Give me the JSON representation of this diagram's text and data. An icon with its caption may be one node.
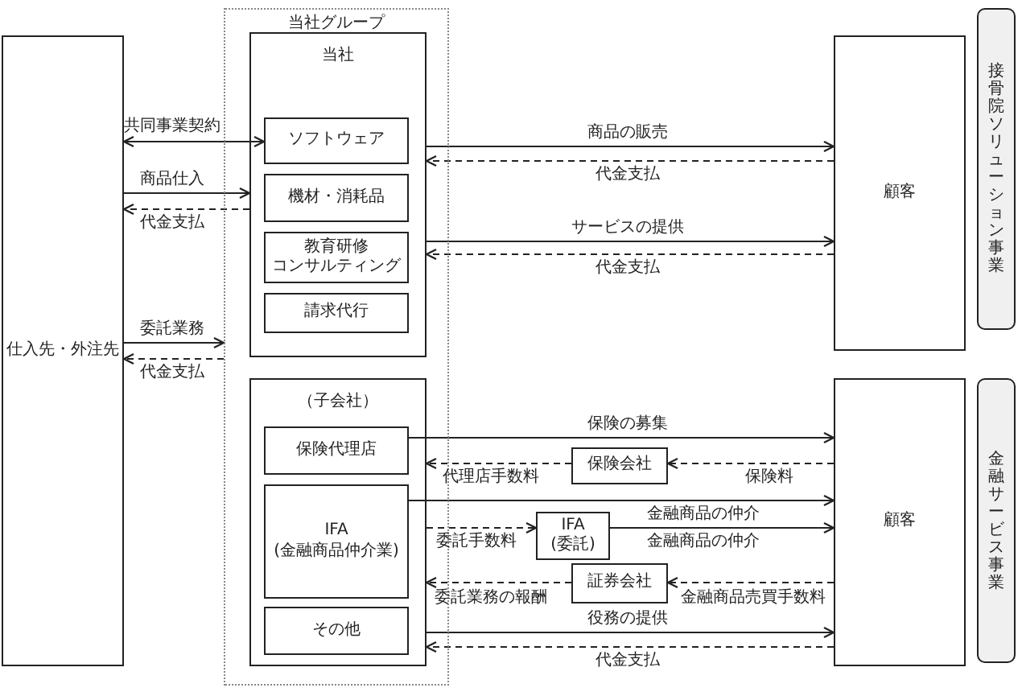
{
  "diagram": {
    "nodes": [
      {
        "text": [
          "仕入先・外注先"
        ]
      },
      {
        "text": [
          "当社グループ"
        ]
      },
      {
        "text": [
          "当社"
        ],
        "in": 1
      },
      {
        "text": [
          "ソフトウェア"
        ],
        "in": 2
      },
      {
        "text": [
          "機材・消耗品"
        ],
        "in": 2
      },
      {
        "text": [
          "教育研修コンサルティング"
        ],
        "in": 2
      },
      {
        "text": [
          "請求代行"
        ],
        "in": 2
      },
      {
        "text": [
          "（子会社）"
        ],
        "in": 1
      },
      {
        "text": [
          "保険代理店"
        ],
        "in": 7
      },
      {
        "text": [
          "IFA (金融商品仲介業)"
        ],
        "in": 7
      },
      {
        "text": [
          "その他"
        ],
        "in": 7
      },
      {
        "text": [
          "保険会社"
        ]
      },
      {
        "text": [
          "IFA (委託)"
        ]
      },
      {
        "text": [
          "証券会社"
        ]
      },
      {
        "text": [
          "顧客"
        ]
      },
      {
        "text": [
          "顧客"
        ]
      },
      {
        "text": [
          "接骨院ソリューション事業"
        ]
      },
      {
        "text": [
          "金融サービス事業"
        ]
      }
    ],
    "edges": [
      {
        "from": 0,
        "to": 3,
        "arrow": "both",
        "label": "共同事業契約"
      },
      {
        "from": 0,
        "to": 2,
        "arrow": "to",
        "label": "商品仕入"
      },
      {
        "from": 2,
        "to": 0,
        "arrow": "to",
        "label": "代金支払",
        "style": "dashed"
      },
      {
        "from": 0,
        "to": 1,
        "arrow": "to",
        "label": "委託業務"
      },
      {
        "from": 1,
        "to": 0,
        "arrow": "to",
        "label": "代金支払",
        "style": "dashed"
      },
      {
        "from": 2,
        "to": 14,
        "arrow": "to",
        "label": "商品の販売"
      },
      {
        "from": 14,
        "to": 2,
        "arrow": "to",
        "label": "代金支払",
        "style": "dashed"
      },
      {
        "from": 2,
        "to": 14,
        "arrow": "to",
        "label": "サービスの提供"
      },
      {
        "from": 14,
        "to": 2,
        "arrow": "to",
        "label": "代金支払",
        "style": "dashed"
      },
      {
        "from": 8,
        "to": 15,
        "arrow": "to",
        "label": "保険の募集"
      },
      {
        "from": 11,
        "to": 7,
        "arrow": "to",
        "label": "代理店手数料",
        "style": "dashed"
      },
      {
        "from": 15,
        "to": 11,
        "arrow": "to",
        "label": "保険料",
        "style": "dashed"
      },
      {
        "from": 9,
        "to": 15,
        "arrow": "to",
        "label": "金融商品の仲介"
      },
      {
        "from": 7,
        "to": 12,
        "arrow": "to",
        "label": "委託手数料",
        "style": "dashed"
      },
      {
        "from": 12,
        "to": 15,
        "arrow": "to",
        "label": "金融商品の仲介"
      },
      {
        "from": 13,
        "to": 7,
        "arrow": "to",
        "label": "委託業務の報酬",
        "style": "dashed"
      },
      {
        "from": 15,
        "to": 13,
        "arrow": "to",
        "label": "金融商品売買手数料",
        "style": "dashed"
      },
      {
        "from": 7,
        "to": 15,
        "arrow": "to",
        "label": "役務の提供"
      },
      {
        "from": 15,
        "to": 7,
        "arrow": "to",
        "label": "代金支払",
        "style": "dashed"
      }
    ]
  }
}
